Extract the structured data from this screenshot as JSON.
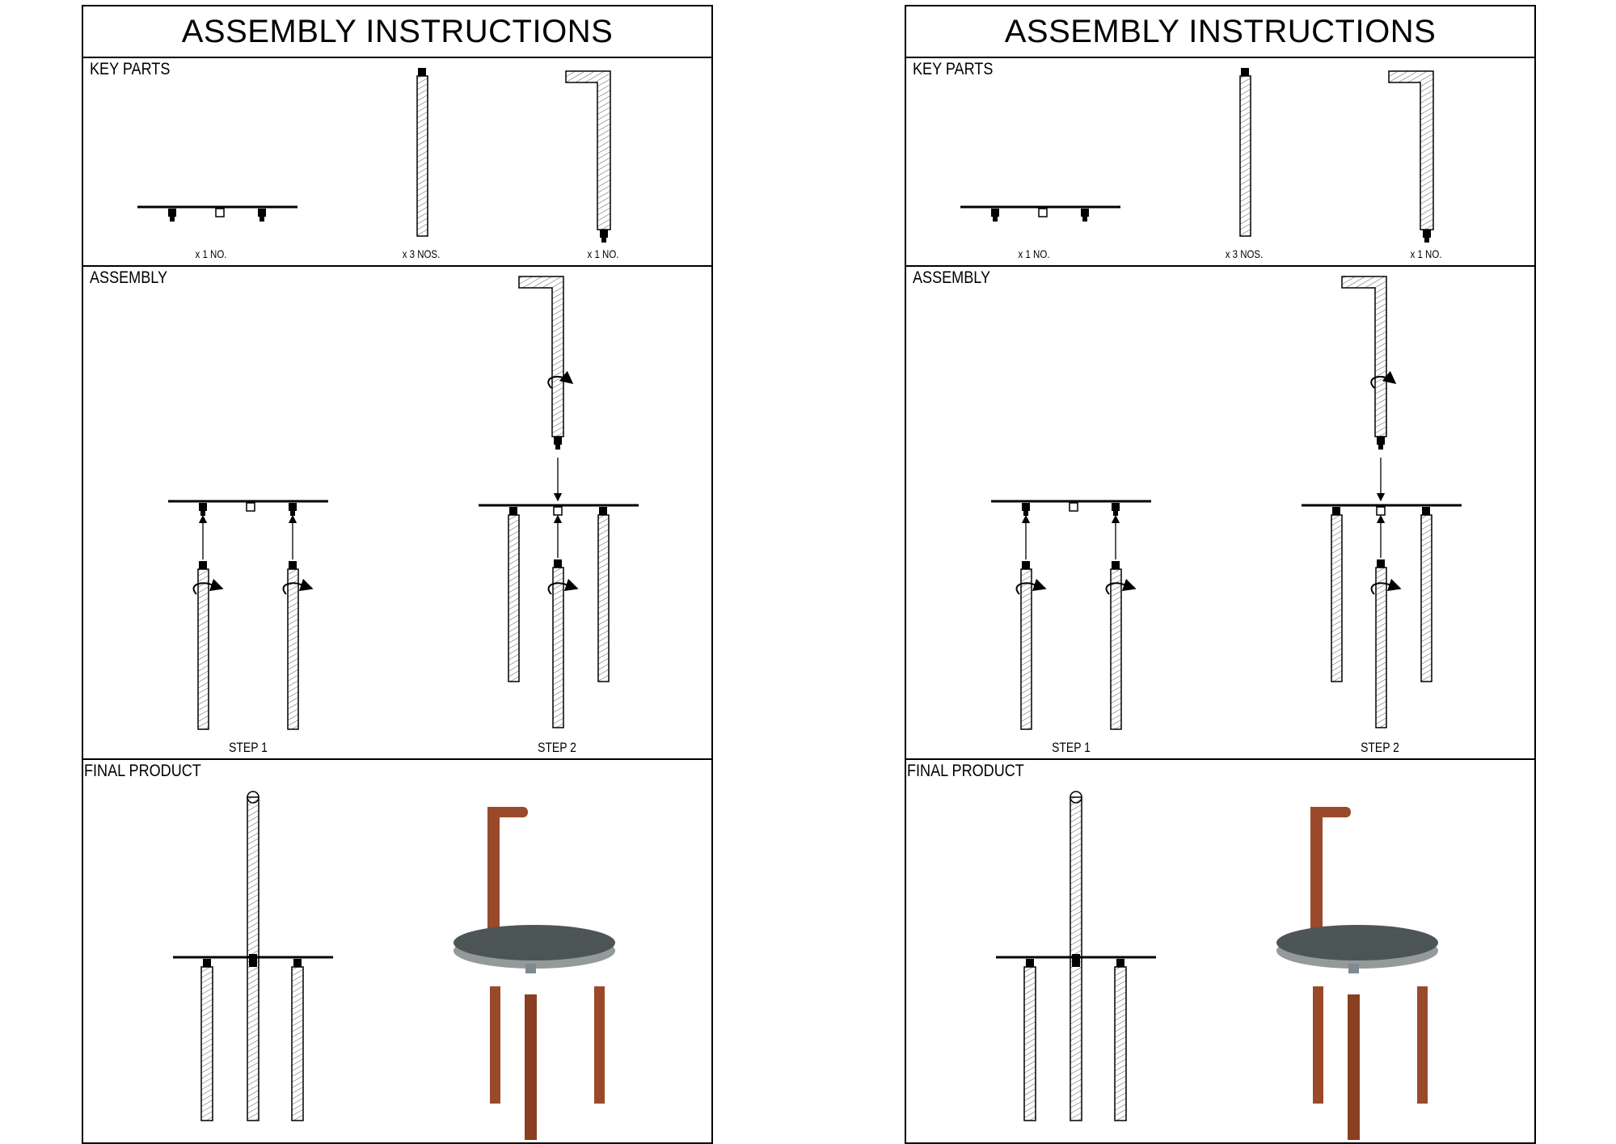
{
  "sheets": [
    {
      "title": "ASSEMBLY INSTRUCTIONS",
      "key_parts": {
        "label": "KEY PARTS",
        "quantities": [
          "x 1 NO.",
          "x 3 NOS.",
          "x 1 NO."
        ]
      },
      "assembly": {
        "label": "ASSEMBLY",
        "steps": [
          "STEP 1",
          "STEP 2"
        ]
      },
      "final_product": {
        "label": "FINAL PRODUCT"
      }
    },
    {
      "title": "ASSEMBLY INSTRUCTIONS",
      "key_parts": {
        "label": "KEY PARTS",
        "quantities": [
          "x 1 NO.",
          "x 3 NOS.",
          "x 1 NO."
        ]
      },
      "assembly": {
        "label": "ASSEMBLY",
        "steps": [
          "STEP 1",
          "STEP 2"
        ]
      },
      "final_product": {
        "label": "FINAL PRODUCT"
      }
    }
  ],
  "colors": {
    "line": "#000000",
    "wood": "#9a4a2a",
    "wood_dark": "#6e2f17",
    "tabletop": "#4d5556"
  }
}
